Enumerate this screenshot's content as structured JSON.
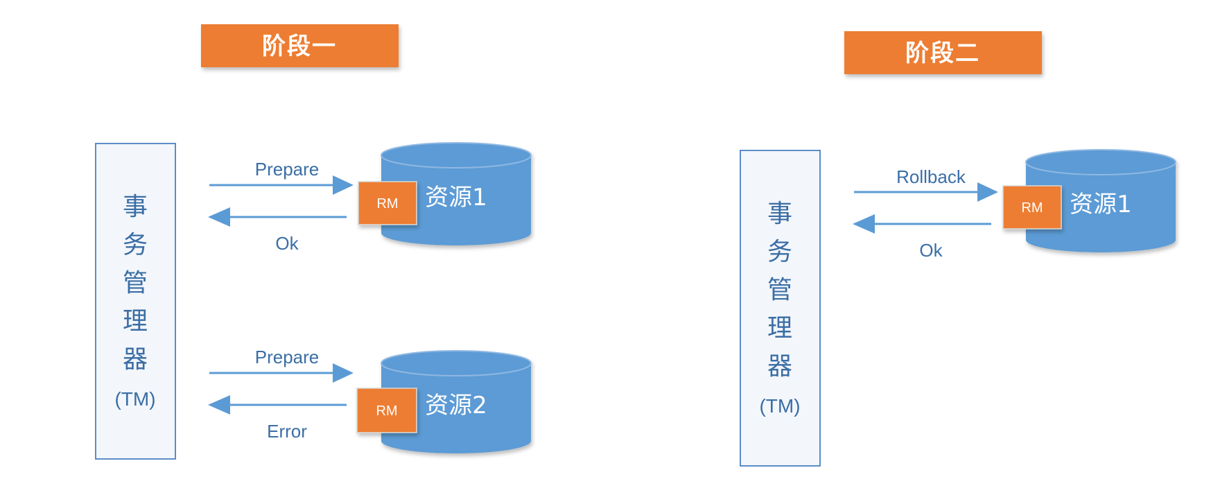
{
  "colors": {
    "phase_fill": "#ed7d31",
    "db_fill": "#5b9bd5",
    "db_stroke": "#4a84bd",
    "rm_fill": "#ed7d31",
    "tm_stroke": "#5b8cc8",
    "arrow": "#5b9bd5",
    "text_blue": "#3a6ea5"
  },
  "phase1": {
    "title": "阶段一",
    "tm": {
      "chars": [
        "事",
        "务",
        "管",
        "理",
        "器"
      ],
      "sub": "(TM)"
    },
    "flows": [
      {
        "request": "Prepare",
        "response": "Ok",
        "resource": "资源1",
        "rm": "RM"
      },
      {
        "request": "Prepare",
        "response": "Error",
        "resource": "资源2",
        "rm": "RM"
      }
    ]
  },
  "phase2": {
    "title": "阶段二",
    "tm": {
      "chars": [
        "事",
        "务",
        "管",
        "理",
        "器"
      ],
      "sub": "(TM)"
    },
    "flows": [
      {
        "request": "Rollback",
        "response": "Ok",
        "resource": "资源1",
        "rm": "RM"
      }
    ]
  },
  "icons": [
    "right-arrow-icon",
    "left-arrow-icon",
    "database-icon"
  ]
}
